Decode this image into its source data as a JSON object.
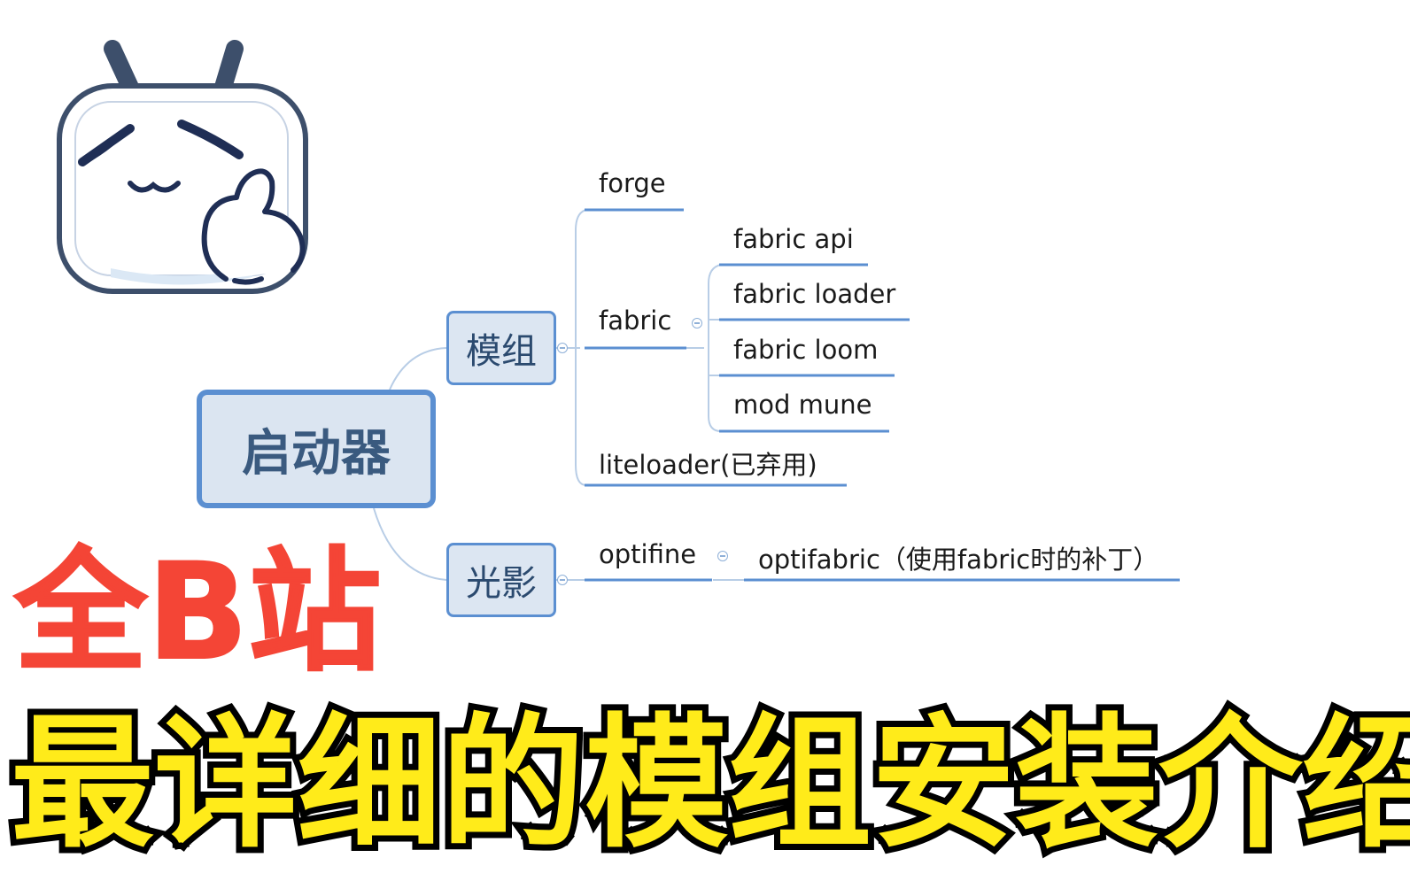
{
  "mindmap": {
    "root": "启动器",
    "branch_mod": {
      "label": "模组",
      "children": {
        "forge": "forge",
        "fabric": "fabric",
        "fabric_children": [
          "fabric api",
          "fabric loader",
          "fabric loom",
          "mod mune"
        ],
        "liteloader": "liteloader(已弃用)"
      }
    },
    "branch_shader": {
      "label": "光影",
      "children": {
        "optifine": "optifine",
        "optifabric": "optifabric（使用fabric时的补丁）"
      }
    }
  },
  "headline": {
    "line1": "全B站",
    "line2": "最详细的模组安装介绍"
  },
  "colors": {
    "branch_line": "#5b8fd1",
    "node_fill": "#dce6f2",
    "headline_red": "#f44536",
    "headline_yellow": "#ffeb1a",
    "mascot_outline": "#3d4f6b"
  },
  "mascot": {
    "icon": "bilibili-tv-mascot-icon"
  }
}
